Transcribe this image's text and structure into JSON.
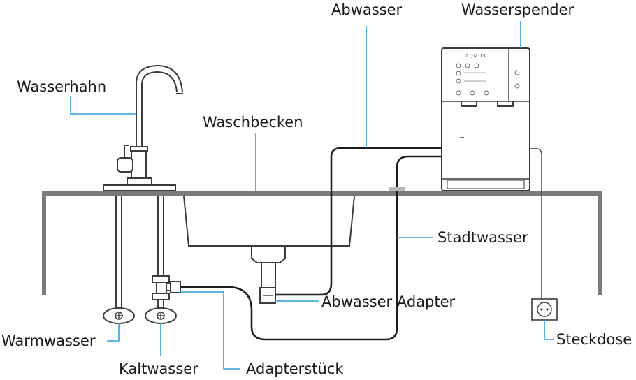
{
  "labels": {
    "abwasser": "Abwasser",
    "wasserspender": "Wasserspender",
    "wasserhahn": "Wasserhahn",
    "waschbecken": "Waschbecken",
    "stadtwasser": "Stadtwasser",
    "abwasser_adapter": "Abwasser Adapter",
    "warmwasser": "Warmwasser",
    "kaltwasser": "Kaltwasser",
    "adapterstueck": "Adapterstück",
    "steckdose": "Steckdose"
  },
  "device": {
    "brand": "AQMOS"
  },
  "colors": {
    "leader": "#2f9fd8",
    "line": "#3c3c3c"
  }
}
